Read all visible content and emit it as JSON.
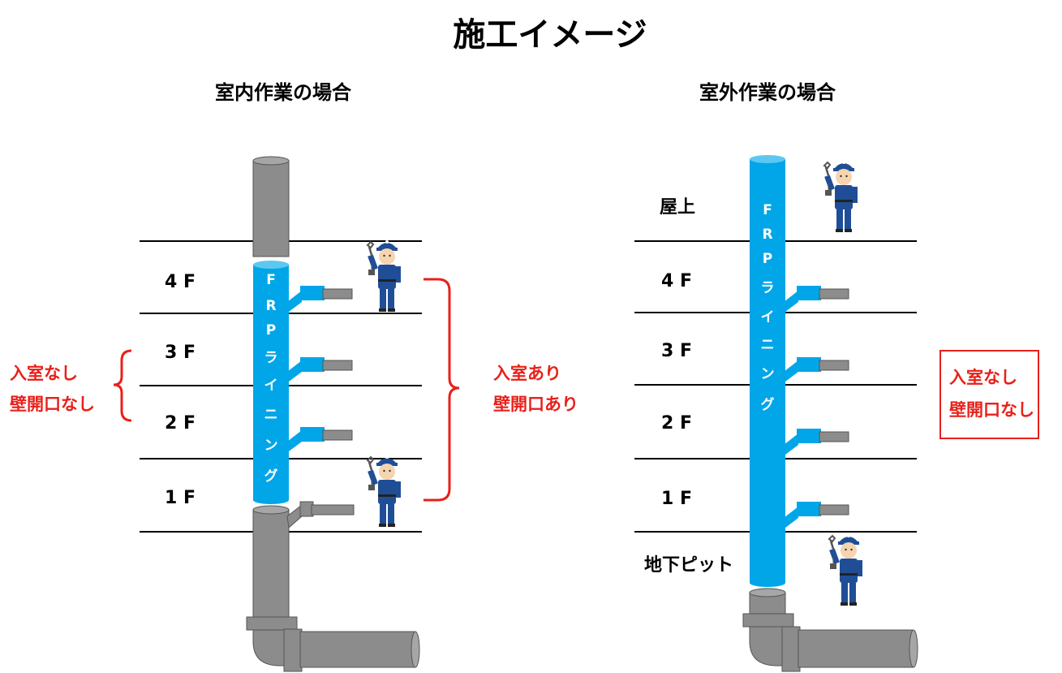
{
  "title": "施工イメージ",
  "left": {
    "heading": "室内作業の場合",
    "floors": [
      "4 F",
      "3 F",
      "2 F",
      "1 F"
    ],
    "pipe_label": [
      "F",
      "R",
      "P",
      "ラ",
      "イ",
      "ニ",
      "ン",
      "グ"
    ],
    "note_no_entry": [
      "入室なし",
      "壁開口なし"
    ],
    "note_entry": [
      "入室あり",
      "壁開口あり"
    ]
  },
  "right": {
    "heading": "室外作業の場合",
    "top_label": "屋上",
    "floors": [
      "4 F",
      "3 F",
      "2 F",
      "1 F"
    ],
    "bottom_label": "地下ピット",
    "pipe_label": [
      "F",
      "R",
      "P",
      "ラ",
      "イ",
      "ニ",
      "ン",
      "グ"
    ],
    "note_no_entry": [
      "入室なし",
      "壁開口なし"
    ]
  },
  "colors": {
    "lining_blue": "#00a6e8",
    "pipe_gray": "#8c8c8c",
    "note_red": "#e8201a",
    "worker_blue": "#1f4e96"
  }
}
